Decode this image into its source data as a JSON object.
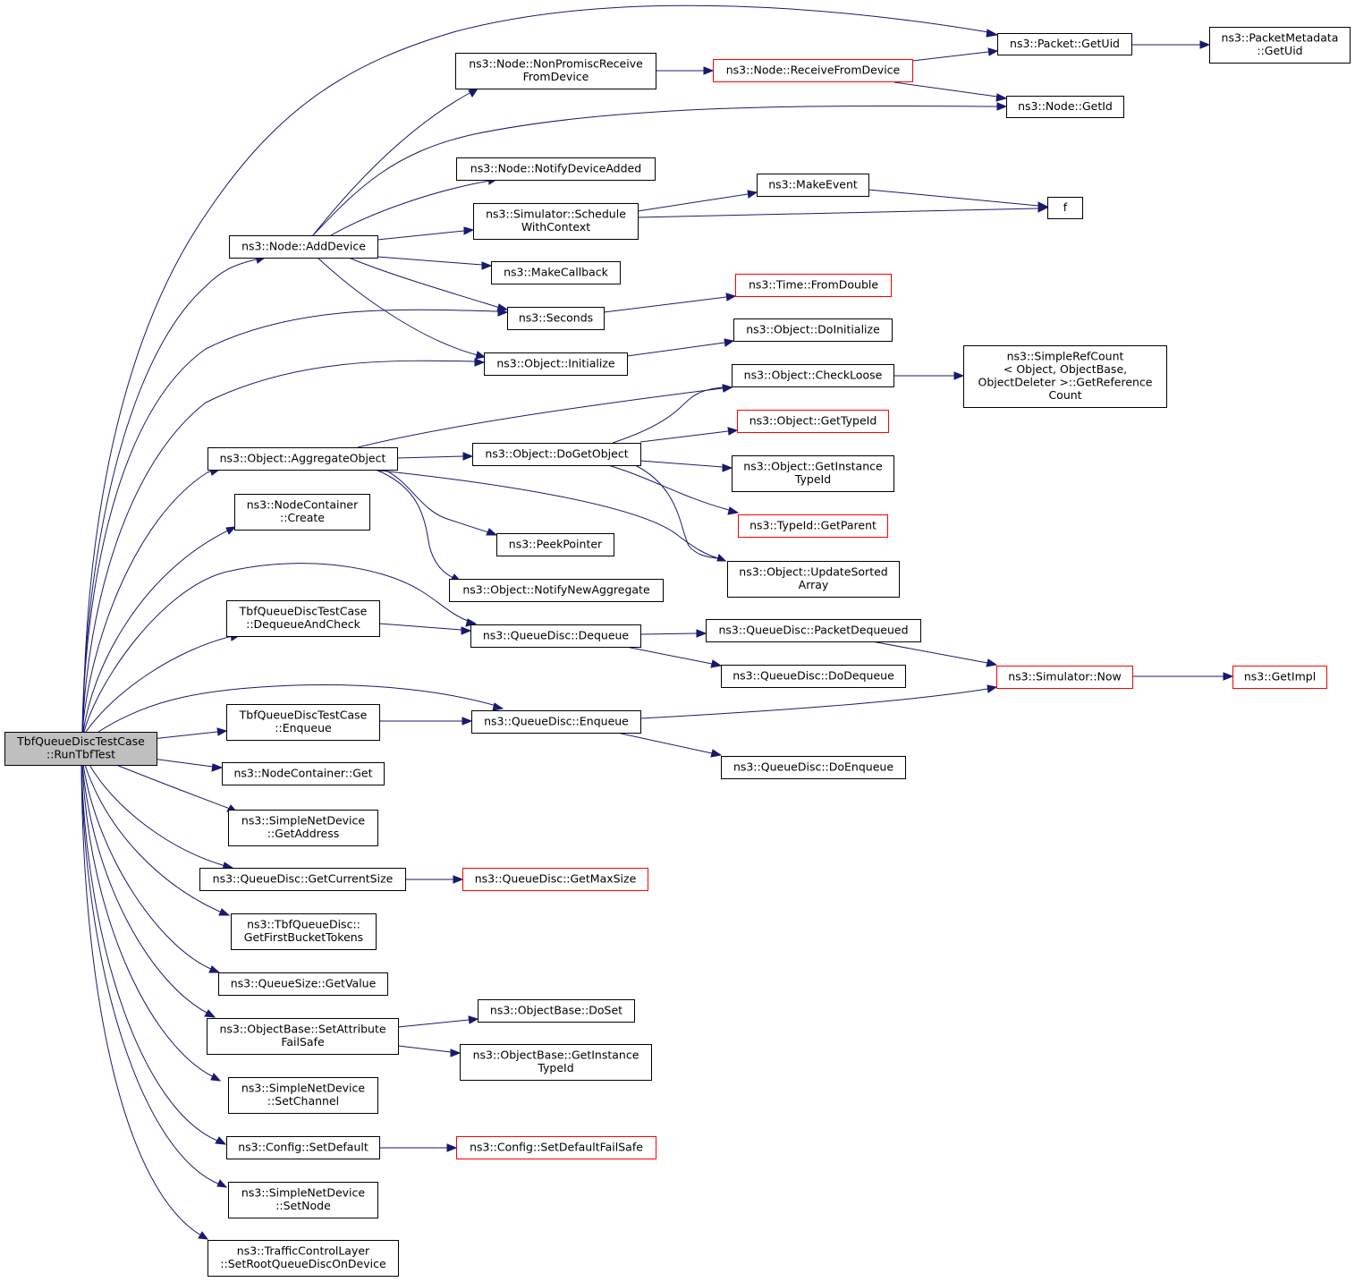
{
  "graph": {
    "nodes": [
      {
        "id": "root",
        "lines": [
          "TbfQueueDiscTestCase",
          "::RunTbfTest"
        ],
        "style": "root"
      },
      {
        "id": "getuid",
        "lines": [
          "ns3::Packet::GetUid"
        ],
        "style": "normal"
      },
      {
        "id": "pmgetuid",
        "lines": [
          "ns3::PacketMetadata",
          "::GetUid"
        ],
        "style": "normal"
      },
      {
        "id": "nonpromisc",
        "lines": [
          "ns3::Node::NonPromiscReceive",
          "FromDevice"
        ],
        "style": "normal"
      },
      {
        "id": "recvfromdev",
        "lines": [
          "ns3::Node::ReceiveFromDevice"
        ],
        "style": "truncated"
      },
      {
        "id": "getid",
        "lines": [
          "ns3::Node::GetId"
        ],
        "style": "normal"
      },
      {
        "id": "notifyadded",
        "lines": [
          "ns3::Node::NotifyDeviceAdded"
        ],
        "style": "normal"
      },
      {
        "id": "makeevent",
        "lines": [
          "ns3::MakeEvent"
        ],
        "style": "normal"
      },
      {
        "id": "f",
        "lines": [
          "f"
        ],
        "style": "normal"
      },
      {
        "id": "schedwctx",
        "lines": [
          "ns3::Simulator::Schedule",
          "WithContext"
        ],
        "style": "normal"
      },
      {
        "id": "adddevice",
        "lines": [
          "ns3::Node::AddDevice"
        ],
        "style": "normal"
      },
      {
        "id": "makecallback",
        "lines": [
          "ns3::MakeCallback"
        ],
        "style": "normal"
      },
      {
        "id": "fromdouble",
        "lines": [
          "ns3::Time::FromDouble"
        ],
        "style": "truncated"
      },
      {
        "id": "seconds",
        "lines": [
          "ns3::Seconds"
        ],
        "style": "normal"
      },
      {
        "id": "doinit",
        "lines": [
          "ns3::Object::DoInitialize"
        ],
        "style": "normal"
      },
      {
        "id": "initialize",
        "lines": [
          "ns3::Object::Initialize"
        ],
        "style": "normal"
      },
      {
        "id": "simplerefcount",
        "lines": [
          "ns3::SimpleRefCount",
          "< Object, ObjectBase,",
          "ObjectDeleter >::GetReference",
          "Count"
        ],
        "style": "normal"
      },
      {
        "id": "checkloose",
        "lines": [
          "ns3::Object::CheckLoose"
        ],
        "style": "normal"
      },
      {
        "id": "gettypeid",
        "lines": [
          "ns3::Object::GetTypeId"
        ],
        "style": "truncated"
      },
      {
        "id": "aggregate",
        "lines": [
          "ns3::Object::AggregateObject"
        ],
        "style": "normal"
      },
      {
        "id": "dogetobject",
        "lines": [
          "ns3::Object::DoGetObject"
        ],
        "style": "normal"
      },
      {
        "id": "getinsttypeid",
        "lines": [
          "ns3::Object::GetInstance",
          "TypeId"
        ],
        "style": "normal"
      },
      {
        "id": "nccreate",
        "lines": [
          "ns3::NodeContainer",
          "::Create"
        ],
        "style": "normal"
      },
      {
        "id": "getparent",
        "lines": [
          "ns3::TypeId::GetParent"
        ],
        "style": "truncated"
      },
      {
        "id": "peekpointer",
        "lines": [
          "ns3::PeekPointer"
        ],
        "style": "normal"
      },
      {
        "id": "updatesorted",
        "lines": [
          "ns3::Object::UpdateSorted",
          "Array"
        ],
        "style": "normal"
      },
      {
        "id": "notifynewagg",
        "lines": [
          "ns3::Object::NotifyNewAggregate"
        ],
        "style": "normal"
      },
      {
        "id": "dequeueandcheck",
        "lines": [
          "TbfQueueDiscTestCase",
          "::DequeueAndCheck"
        ],
        "style": "normal"
      },
      {
        "id": "dequeue",
        "lines": [
          "ns3::QueueDisc::Dequeue"
        ],
        "style": "normal"
      },
      {
        "id": "pktdequeued",
        "lines": [
          "ns3::QueueDisc::PacketDequeued"
        ],
        "style": "normal"
      },
      {
        "id": "dodequeue",
        "lines": [
          "ns3::QueueDisc::DoDequeue"
        ],
        "style": "normal"
      },
      {
        "id": "now",
        "lines": [
          "ns3::Simulator::Now"
        ],
        "style": "truncated"
      },
      {
        "id": "getimpl",
        "lines": [
          "ns3::GetImpl"
        ],
        "style": "truncated"
      },
      {
        "id": "tbfenqueue",
        "lines": [
          "TbfQueueDiscTestCase",
          "::Enqueue"
        ],
        "style": "normal"
      },
      {
        "id": "enqueue",
        "lines": [
          "ns3::QueueDisc::Enqueue"
        ],
        "style": "normal"
      },
      {
        "id": "doenqueue",
        "lines": [
          "ns3::QueueDisc::DoEnqueue"
        ],
        "style": "normal"
      },
      {
        "id": "ncget",
        "lines": [
          "ns3::NodeContainer::Get"
        ],
        "style": "normal"
      },
      {
        "id": "getaddress",
        "lines": [
          "ns3::SimpleNetDevice",
          "::GetAddress"
        ],
        "style": "normal"
      },
      {
        "id": "getcursize",
        "lines": [
          "ns3::QueueDisc::GetCurrentSize"
        ],
        "style": "normal"
      },
      {
        "id": "getmaxsize",
        "lines": [
          "ns3::QueueDisc::GetMaxSize"
        ],
        "style": "truncated"
      },
      {
        "id": "firstbucket",
        "lines": [
          "ns3::TbfQueueDisc::",
          "GetFirstBucketTokens"
        ],
        "style": "normal"
      },
      {
        "id": "qsgetvalue",
        "lines": [
          "ns3::QueueSize::GetValue"
        ],
        "style": "normal"
      },
      {
        "id": "setattrfailsafe",
        "lines": [
          "ns3::ObjectBase::SetAttribute",
          "FailSafe"
        ],
        "style": "normal"
      },
      {
        "id": "obdoset",
        "lines": [
          "ns3::ObjectBase::DoSet"
        ],
        "style": "normal"
      },
      {
        "id": "obgetinsttypeid",
        "lines": [
          "ns3::ObjectBase::GetInstance",
          "TypeId"
        ],
        "style": "normal"
      },
      {
        "id": "setchannel",
        "lines": [
          "ns3::SimpleNetDevice",
          "::SetChannel"
        ],
        "style": "normal"
      },
      {
        "id": "setdefault",
        "lines": [
          "ns3::Config::SetDefault"
        ],
        "style": "normal"
      },
      {
        "id": "setdefaultfs",
        "lines": [
          "ns3::Config::SetDefaultFailSafe"
        ],
        "style": "truncated"
      },
      {
        "id": "setnode",
        "lines": [
          "ns3::SimpleNetDevice",
          "::SetNode"
        ],
        "style": "normal"
      },
      {
        "id": "setrootqdisc",
        "lines": [
          "ns3::TrafficControlLayer",
          "::SetRootQueueDiscOnDevice"
        ],
        "style": "normal"
      }
    ],
    "edges": [
      {
        "from": "root",
        "to": "getuid"
      },
      {
        "from": "root",
        "to": "adddevice"
      },
      {
        "from": "root",
        "to": "seconds"
      },
      {
        "from": "root",
        "to": "initialize"
      },
      {
        "from": "root",
        "to": "aggregate"
      },
      {
        "from": "root",
        "to": "nccreate"
      },
      {
        "from": "root",
        "to": "dequeue"
      },
      {
        "from": "root",
        "to": "dequeueandcheck"
      },
      {
        "from": "root",
        "to": "enqueue"
      },
      {
        "from": "root",
        "to": "tbfenqueue"
      },
      {
        "from": "root",
        "to": "ncget"
      },
      {
        "from": "root",
        "to": "getaddress"
      },
      {
        "from": "root",
        "to": "getcursize"
      },
      {
        "from": "root",
        "to": "firstbucket"
      },
      {
        "from": "root",
        "to": "qsgetvalue"
      },
      {
        "from": "root",
        "to": "setattrfailsafe"
      },
      {
        "from": "root",
        "to": "setchannel"
      },
      {
        "from": "root",
        "to": "setdefault"
      },
      {
        "from": "root",
        "to": "setnode"
      },
      {
        "from": "root",
        "to": "setrootqdisc"
      },
      {
        "from": "getuid",
        "to": "pmgetuid"
      },
      {
        "from": "nonpromisc",
        "to": "recvfromdev"
      },
      {
        "from": "recvfromdev",
        "to": "getuid"
      },
      {
        "from": "recvfromdev",
        "to": "getid"
      },
      {
        "from": "adddevice",
        "to": "nonpromisc"
      },
      {
        "from": "adddevice",
        "to": "getid"
      },
      {
        "from": "adddevice",
        "to": "notifyadded"
      },
      {
        "from": "adddevice",
        "to": "schedwctx"
      },
      {
        "from": "adddevice",
        "to": "makecallback"
      },
      {
        "from": "adddevice",
        "to": "seconds"
      },
      {
        "from": "adddevice",
        "to": "initialize"
      },
      {
        "from": "schedwctx",
        "to": "makeevent"
      },
      {
        "from": "schedwctx",
        "to": "f"
      },
      {
        "from": "makeevent",
        "to": "f"
      },
      {
        "from": "seconds",
        "to": "fromdouble"
      },
      {
        "from": "initialize",
        "to": "doinit"
      },
      {
        "from": "checkloose",
        "to": "simplerefcount"
      },
      {
        "from": "aggregate",
        "to": "checkloose"
      },
      {
        "from": "aggregate",
        "to": "dogetobject"
      },
      {
        "from": "aggregate",
        "to": "peekpointer"
      },
      {
        "from": "aggregate",
        "to": "updatesorted"
      },
      {
        "from": "aggregate",
        "to": "notifynewagg"
      },
      {
        "from": "dogetobject",
        "to": "checkloose"
      },
      {
        "from": "dogetobject",
        "to": "gettypeid"
      },
      {
        "from": "dogetobject",
        "to": "getinsttypeid"
      },
      {
        "from": "dogetobject",
        "to": "getparent"
      },
      {
        "from": "dogetobject",
        "to": "updatesorted"
      },
      {
        "from": "dequeueandcheck",
        "to": "dequeue"
      },
      {
        "from": "dequeue",
        "to": "pktdequeued"
      },
      {
        "from": "dequeue",
        "to": "dodequeue"
      },
      {
        "from": "pktdequeued",
        "to": "now"
      },
      {
        "from": "now",
        "to": "getimpl"
      },
      {
        "from": "tbfenqueue",
        "to": "enqueue"
      },
      {
        "from": "enqueue",
        "to": "now"
      },
      {
        "from": "enqueue",
        "to": "doenqueue"
      },
      {
        "from": "getcursize",
        "to": "getmaxsize"
      },
      {
        "from": "setattrfailsafe",
        "to": "obdoset"
      },
      {
        "from": "setattrfailsafe",
        "to": "obgetinsttypeid"
      },
      {
        "from": "setdefault",
        "to": "setdefaultfs"
      }
    ]
  },
  "colors": {
    "edge": "#191970",
    "normal_border": "#000000",
    "truncated_border": "#ff0000",
    "root_fill": "#bfbfbf",
    "normal_fill": "#ffffff",
    "text": "#000000"
  }
}
